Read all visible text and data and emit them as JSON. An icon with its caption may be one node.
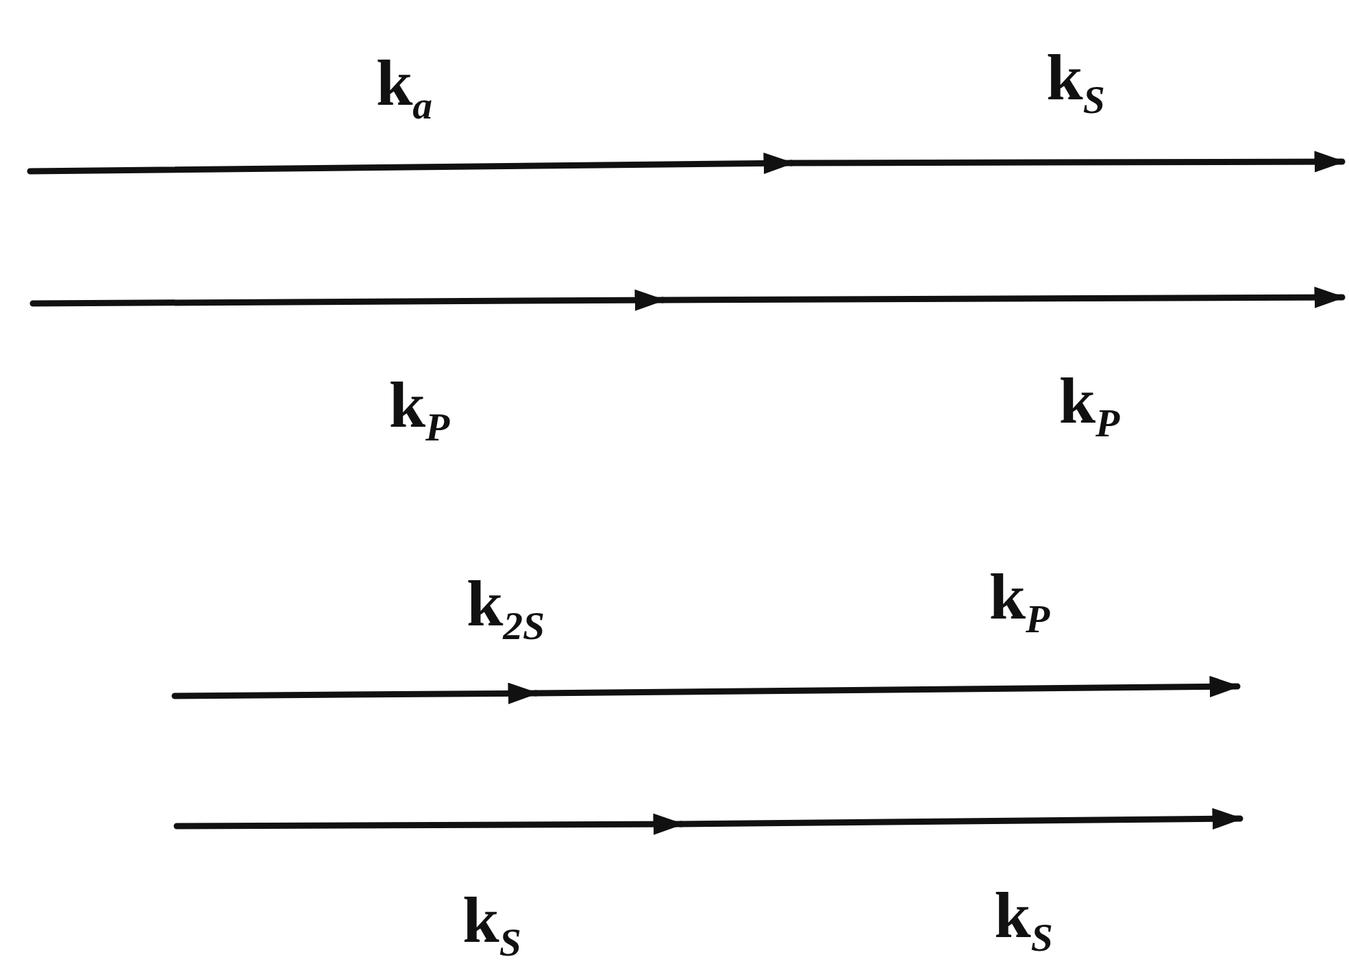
{
  "diagram": {
    "labels": [
      "k$_{a}$",
      "k$_{S}$",
      "k$_{P}$",
      "k$_{P}$",
      "k$_{2S}$",
      "k$_{P}$",
      "k$_{S}$",
      "k$_{S}$"
    ]
  }
}
